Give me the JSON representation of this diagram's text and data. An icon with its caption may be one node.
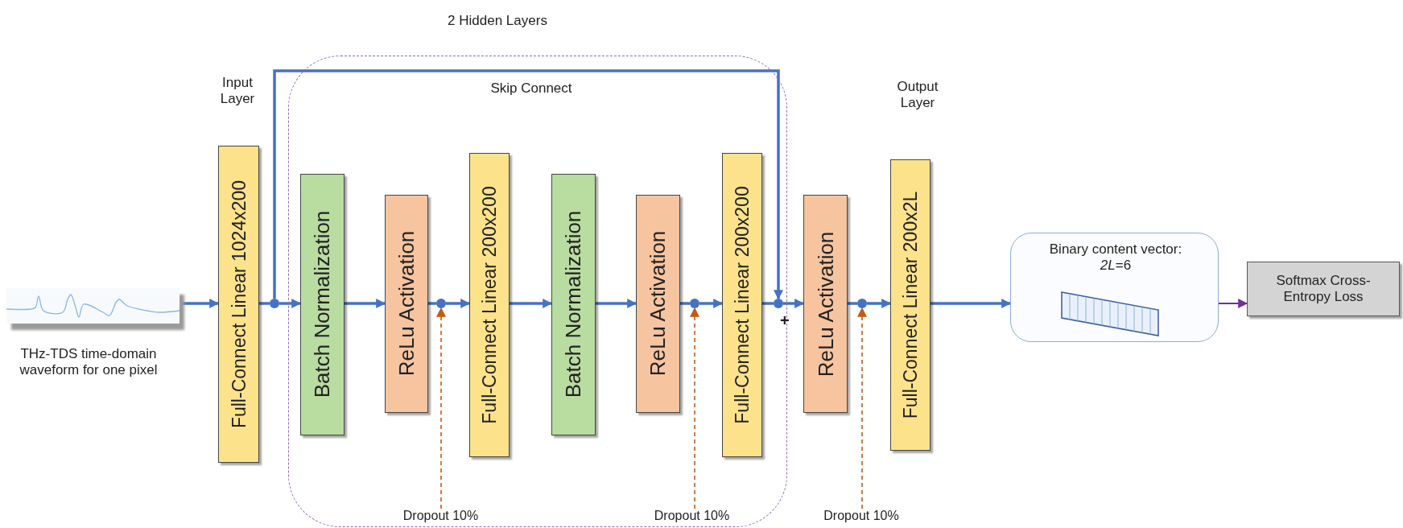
{
  "diagram": {
    "nodes": [
      {
        "text": [],
        "shape": "picture",
        "beside": [
          "THz-TDS time-domain waveform for one pixel"
        ]
      },
      {
        "text": [
          "Full-Connect Linear 1024x200"
        ],
        "beside": [
          "Input Layer"
        ]
      },
      {
        "text": [],
        "shape": "circle"
      },
      {
        "text": [
          "2 Hidden Layers"
        ]
      },
      {
        "text": [
          "Batch Normalization"
        ],
        "in": 3
      },
      {
        "text": [
          "ReLu Activation"
        ],
        "in": 3
      },
      {
        "text": [],
        "shape": "circle",
        "in": 3
      },
      {
        "text": [
          "Full-Connect Linear 200x200"
        ],
        "in": 3
      },
      {
        "text": [
          "Batch Normalization"
        ],
        "in": 3
      },
      {
        "text": [
          "ReLu Activation"
        ],
        "in": 3
      },
      {
        "text": [],
        "shape": "circle",
        "in": 3
      },
      {
        "text": [
          "Full-Connect Linear 200x200"
        ],
        "in": 3
      },
      {
        "text": [],
        "shape": "circle",
        "in": 3
      },
      {
        "text": [
          "ReLu Activation"
        ]
      },
      {
        "text": [],
        "shape": "circle"
      },
      {
        "text": [
          "Full-Connect Linear 200x2L"
        ],
        "beside": [
          "Output Layer"
        ]
      },
      {
        "text": [
          "Binary content vector: *2L*=6"
        ]
      },
      {
        "text": [
          "Softmax Cross-Entropy Loss"
        ]
      },
      {
        "text": [
          "Dropout 10%"
        ],
        "in": 3
      },
      {
        "text": [
          "Dropout 10%"
        ],
        "in": 3
      },
      {
        "text": [
          "Dropout 10%"
        ]
      }
    ],
    "edges": [
      {
        "from": 0,
        "to": 1,
        "arrow": "to"
      },
      {
        "from": 1,
        "to": 2,
        "arrow": "none"
      },
      {
        "from": 2,
        "to": 4,
        "arrow": "to"
      },
      {
        "from": 4,
        "to": 5,
        "arrow": "to"
      },
      {
        "from": 5,
        "to": 6,
        "arrow": "none"
      },
      {
        "from": 6,
        "to": 7,
        "arrow": "to"
      },
      {
        "from": 7,
        "to": 8,
        "arrow": "to"
      },
      {
        "from": 8,
        "to": 9,
        "arrow": "to"
      },
      {
        "from": 9,
        "to": 10,
        "arrow": "none"
      },
      {
        "from": 10,
        "to": 11,
        "arrow": "to"
      },
      {
        "from": 11,
        "to": 12,
        "arrow": "none"
      },
      {
        "from": 12,
        "to": 13,
        "arrow": "to"
      },
      {
        "from": 13,
        "to": 14,
        "arrow": "none"
      },
      {
        "from": 14,
        "to": 15,
        "arrow": "to"
      },
      {
        "from": 15,
        "to": 16,
        "arrow": "to"
      },
      {
        "from": 16,
        "to": 17,
        "arrow": "to",
        "color": "#7030a0"
      },
      {
        "from": 2,
        "to": 12,
        "arrow": "to",
        "label": "Skip Connect"
      },
      {
        "from": 18,
        "to": 6,
        "arrow": "to",
        "style": "dashed",
        "color": "#c55a11"
      },
      {
        "from": 19,
        "to": 10,
        "arrow": "to",
        "style": "dashed",
        "color": "#c55a11"
      },
      {
        "from": 20,
        "to": 14,
        "arrow": "to",
        "style": "dashed",
        "color": "#c55a11"
      }
    ],
    "labels": [
      "+"
    ]
  }
}
